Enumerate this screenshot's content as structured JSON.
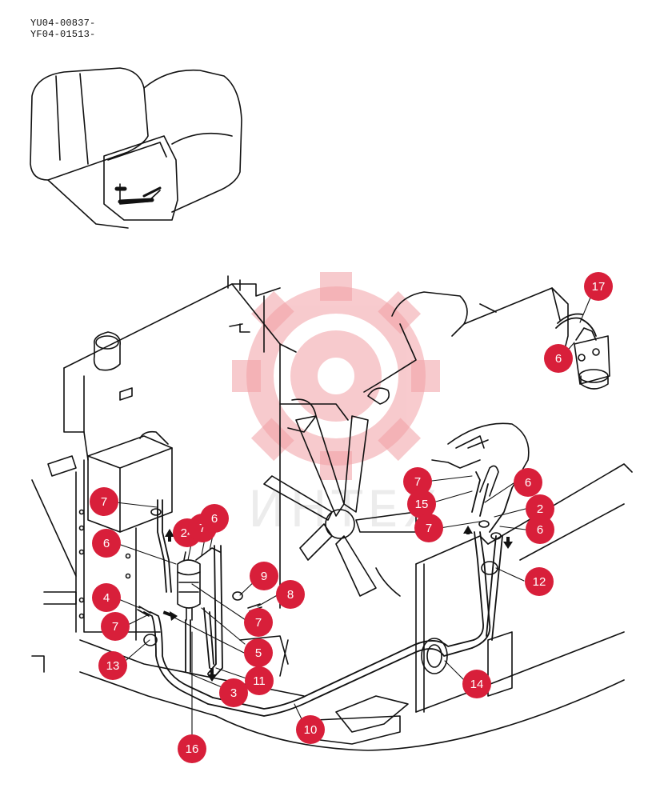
{
  "codes": [
    "YU04-00837-",
    "YF04-01513-"
  ],
  "watermark": {
    "text": "ИНТЕХ",
    "color": "#f2a0a5",
    "text_color": "#c9c9c9"
  },
  "colors": {
    "callout_fill": "#d81f3a",
    "callout_text": "#ffffff",
    "line": "#111111"
  },
  "callouts": [
    {
      "label": "17"
    },
    {
      "label": "6"
    },
    {
      "label": "7"
    },
    {
      "label": "6"
    },
    {
      "label": "15"
    },
    {
      "label": "2"
    },
    {
      "label": "7"
    },
    {
      "label": "6"
    },
    {
      "label": "12"
    },
    {
      "label": "7"
    },
    {
      "label": "6"
    },
    {
      "label": "24"
    },
    {
      "label": "7"
    },
    {
      "label": "6"
    },
    {
      "label": "9"
    },
    {
      "label": "8"
    },
    {
      "label": "4"
    },
    {
      "label": "7"
    },
    {
      "label": "7"
    },
    {
      "label": "5"
    },
    {
      "label": "13"
    },
    {
      "label": "11"
    },
    {
      "label": "3"
    },
    {
      "label": "14"
    },
    {
      "label": "10"
    },
    {
      "label": "16"
    }
  ]
}
